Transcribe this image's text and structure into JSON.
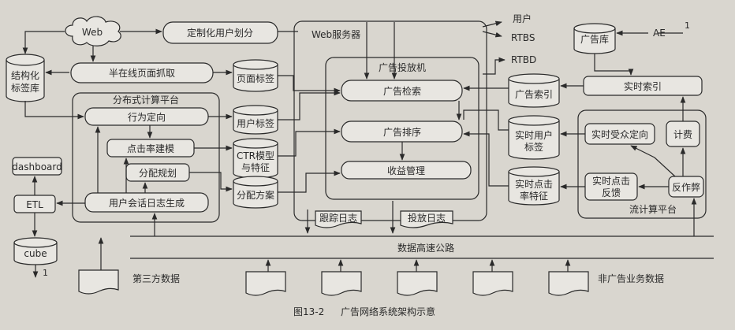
{
  "labels": {
    "web": "Web",
    "custom_user_partition": "定制化用户划分",
    "web_server": "Web服务器",
    "user": "用户",
    "rtbs": "RTBS",
    "rtbd": "RTBD",
    "ad_library": "广告库",
    "ae": "AE",
    "ae_num": "1",
    "structured_tag_db_1": "结构化",
    "structured_tag_db_2": "标签库",
    "semi_online_crawl": "半在线页面抓取",
    "page_tags": "页面标签",
    "ad_serving_machine": "广告投放机",
    "ad_retrieval": "广告检索",
    "ad_index": "广告索引",
    "realtime_index": "实时索引",
    "distributed_platform": "分布式计算平台",
    "behavior_targeting": "行为定向",
    "user_tags": "用户标签",
    "ad_ranking": "广告排序",
    "realtime_user_tags_1": "实时用户",
    "realtime_user_tags_2": "标签",
    "realtime_audience": "实时受众定向",
    "billing": "计费",
    "dashboard": "dashboard",
    "ctr_modeling": "点击率建模",
    "ctr_model_1": "CTR模型",
    "ctr_model_2": "与特征",
    "revenue_mgmt": "收益管理",
    "realtime_click_feature_1": "实时点击",
    "realtime_click_feature_2": "率特征",
    "realtime_click_feedback_1": "实时点击",
    "realtime_click_feedback_2": "反馈",
    "anti_fraud": "反作弊",
    "allocation_planning": "分配规划",
    "allocation_plan": "分配方案",
    "etl": "ETL",
    "session_log": "用户会话日志生成",
    "tracking_log": "跟踪日志",
    "serving_log": "投放日志",
    "stream_platform": "流计算平台",
    "data_highway": "数据高速公路",
    "cube": "cube",
    "cube_num": "1",
    "third_party_data": "第三方数据",
    "non_ad_data": "非广告业务数据",
    "caption_num": "图13-2",
    "caption_text": "广告网络系统架构示意"
  },
  "colors": {
    "background": "#d9d6cf",
    "ink": "#2a2a2a",
    "box_fill": "#e8e6e1"
  }
}
